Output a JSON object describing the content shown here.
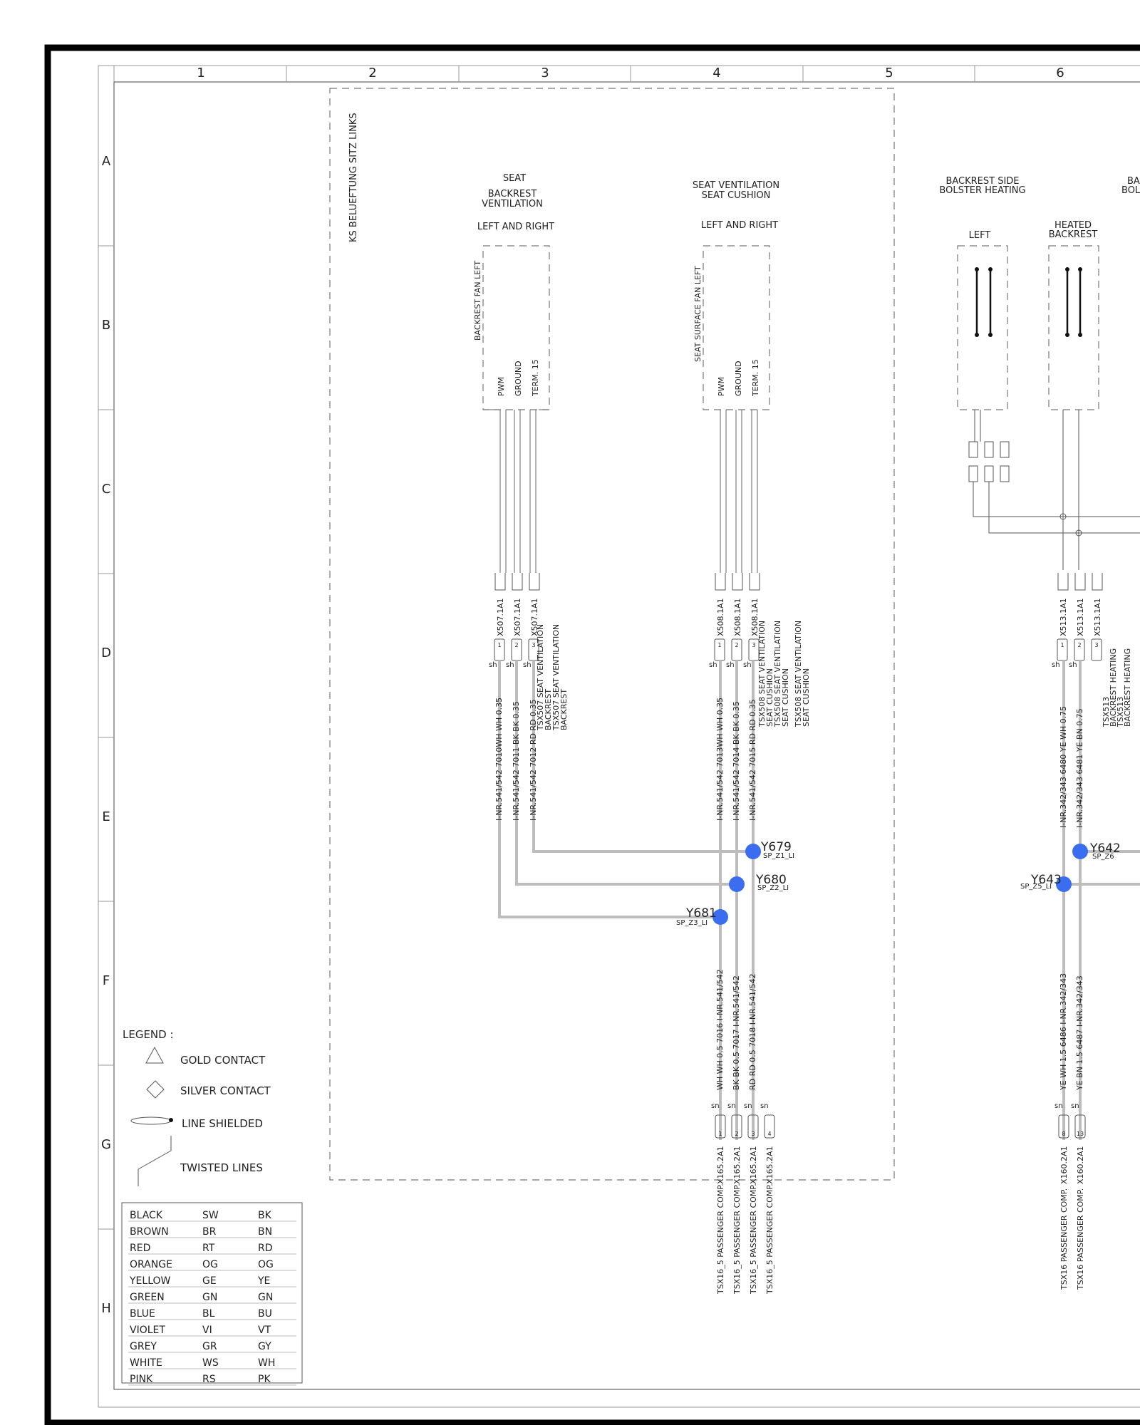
{
  "grid": {
    "columns": [
      "1",
      "2",
      "3",
      "4",
      "5",
      "6"
    ],
    "rows": [
      "A",
      "B",
      "C",
      "D",
      "E",
      "F",
      "G",
      "H"
    ]
  },
  "frame_title": "KS BELUEFTUNG SITZ LINKS",
  "components": {
    "backrest_vent": {
      "title_lines": [
        "SEAT",
        "BACKREST",
        "VENTILATION"
      ],
      "sub": "LEFT AND RIGHT",
      "fan_label": "BACKREST FAN LEFT",
      "pins": [
        "PWM",
        "GROUND",
        "TERM. 15"
      ]
    },
    "cushion_vent": {
      "title_lines": [
        "SEAT VENTILATION",
        "SEAT CUSHION"
      ],
      "sub": "LEFT AND RIGHT",
      "fan_label": "SEAT SURFACE FAN LEFT",
      "pins": [
        "PWM",
        "GROUND",
        "TERM. 15"
      ]
    },
    "bolster_heat": {
      "title_lines": [
        "BACKREST SIDE",
        "BOLSTER HEATING"
      ],
      "sub": "LEFT"
    },
    "heated_backrest": {
      "title_lines": [
        "HEATED",
        "BACKREST"
      ]
    },
    "cut_title": [
      "BA",
      "BOL"
    ]
  },
  "connectors": {
    "x507": {
      "name": "X507.1A1",
      "pins": [
        "1",
        "2",
        "3"
      ],
      "sh": "sh"
    },
    "x508": {
      "name": "X508.1A1",
      "pins": [
        "1",
        "2",
        "3"
      ],
      "sh": "sh"
    },
    "x513": {
      "name": "X513.1A1",
      "pins": [
        "1",
        "2",
        "3"
      ],
      "sh": "sh"
    },
    "x165": {
      "name": "X165.2A1",
      "pins": [
        "1",
        "2",
        "3",
        "4"
      ],
      "sn": "sn",
      "dest": "TSX16_5 PASSENGER COMP."
    },
    "x160": {
      "name": "X160.2A1",
      "pins": [
        "8",
        "13"
      ],
      "sn": "sn",
      "dest": "TSX16 PASSENGER COMP."
    }
  },
  "wires_upper": [
    "I-NR.541/542  7010WH WH 0.35",
    "I-NR.541/542  7011  BK BK 0.35",
    "I-NR.541/542  7012  RD RD 0.35",
    "I-NR.541/542  7013WH WH 0.35",
    "I-NR.541/542  7014  BK BK 0.35",
    "I-NR.541/542  7015  RD RD 0.35",
    "I-NR.342/343  6480  YE WH 0.75",
    "I-NR.342/343  6481  YE BN 0.75"
  ],
  "wires_lower": [
    "WH WH 0.5  7016  I-NR.541/542",
    "BK BK 0.5  7017  I-NR.541/542",
    "RD RD 0.5  7018  I-NR.541/542",
    "YE WH 1.5  6486  I-NR.342/343",
    "YE BN 1.5  6487  I-NR.342/343"
  ],
  "tsx_notes": {
    "x507": [
      "TSX507 SEAT VENTILATION",
      "BACKREST",
      "TSX507 SEAT VENTILATION",
      "BACKREST"
    ],
    "x508": [
      "TSX508 SEAT VENTILATION",
      "SEAT CUSHION",
      "TSX508 SEAT VENTILATION",
      "SEAT CUSHION",
      "TSX508 SEAT VENTILATION",
      "SEAT CUSHION"
    ],
    "x513": [
      "TSX513",
      "BACKREST HEATING",
      "TSX513",
      "BACKREST HEATING"
    ]
  },
  "splices": [
    {
      "id": "Y679",
      "sub": "SP_Z1_LI"
    },
    {
      "id": "Y680",
      "sub": "SP_Z2_LI"
    },
    {
      "id": "Y681",
      "sub": "SP_Z3_LI"
    },
    {
      "id": "Y642",
      "sub": "SP_Z6"
    },
    {
      "id": "Y643",
      "sub": "SP_Z5_LI"
    }
  ],
  "legend": {
    "title": "LEGEND :",
    "items": [
      "GOLD CONTACT",
      "SILVER CONTACT",
      "LINE SHIELDED",
      "TWISTED LINES"
    ]
  },
  "color_codes": [
    [
      "BLACK",
      "SW",
      "BK"
    ],
    [
      "BROWN",
      "BR",
      "BN"
    ],
    [
      "RED",
      "RT",
      "RD"
    ],
    [
      "ORANGE",
      "OG",
      "OG"
    ],
    [
      "YELLOW",
      "GE",
      "YE"
    ],
    [
      "GREEN",
      "GN",
      "GN"
    ],
    [
      "BLUE",
      "BL",
      "BU"
    ],
    [
      "VIOLET",
      "VI",
      "VT"
    ],
    [
      "GREY",
      "GR",
      "GY"
    ],
    [
      "WHITE",
      "WS",
      "WH"
    ],
    [
      "PINK",
      "RS",
      "PK"
    ]
  ],
  "colors": {
    "splice": "#3b6df0",
    "wire": "#bdbdbd",
    "frame": "#000000"
  }
}
